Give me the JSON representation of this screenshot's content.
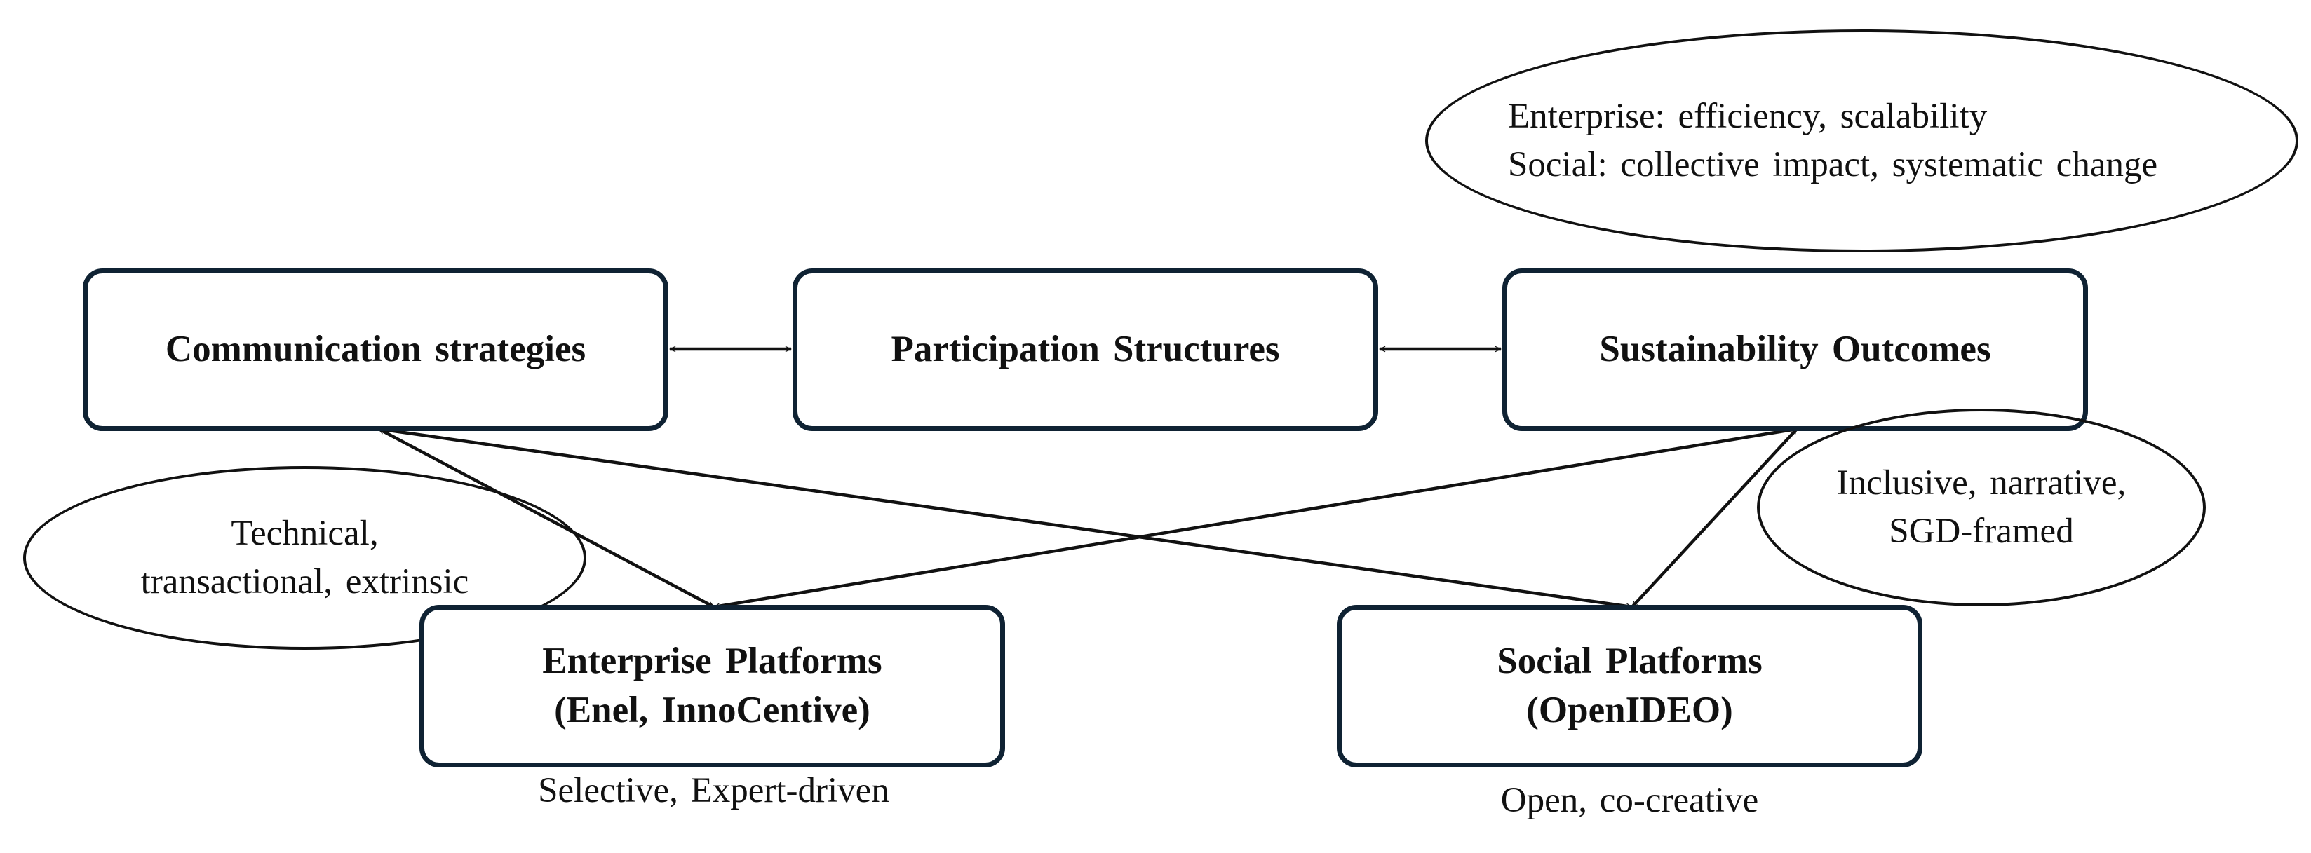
{
  "nodes": {
    "communication": {
      "label": "Communication strategies"
    },
    "participation": {
      "label": "Participation Structures"
    },
    "sustainability": {
      "label": "Sustainability Outcomes"
    },
    "enterprise": {
      "line1": "Enterprise Platforms",
      "line2": "(Enel, InnoCentive)"
    },
    "social": {
      "line1": "Social Platforms",
      "line2": "(OpenIDEO)"
    }
  },
  "ellipses": {
    "goals": {
      "line1": "Enterprise: efficiency, scalability",
      "line2": "Social: collective impact, systematic change"
    },
    "enterprise_comm": {
      "line1": "Technical,",
      "line2": "transactional, extrinsic"
    },
    "social_comm": {
      "line1": "Inclusive, narrative,",
      "line2": "SGD-framed"
    }
  },
  "captions": {
    "enterprise": "Selective, Expert-driven",
    "social": "Open, co-creative"
  },
  "edges": [
    {
      "from": "communication",
      "to": "participation",
      "direction": "both"
    },
    {
      "from": "participation",
      "to": "sustainability",
      "direction": "both"
    },
    {
      "from": "communication",
      "to": "enterprise",
      "direction": "both"
    },
    {
      "from": "communication",
      "to": "social",
      "direction": "both"
    },
    {
      "from": "sustainability",
      "to": "enterprise",
      "direction": "both"
    },
    {
      "from": "sustainability",
      "to": "social",
      "direction": "both"
    }
  ],
  "colors": {
    "box_border": "#0f2233",
    "line": "#111111",
    "background": "#ffffff"
  }
}
